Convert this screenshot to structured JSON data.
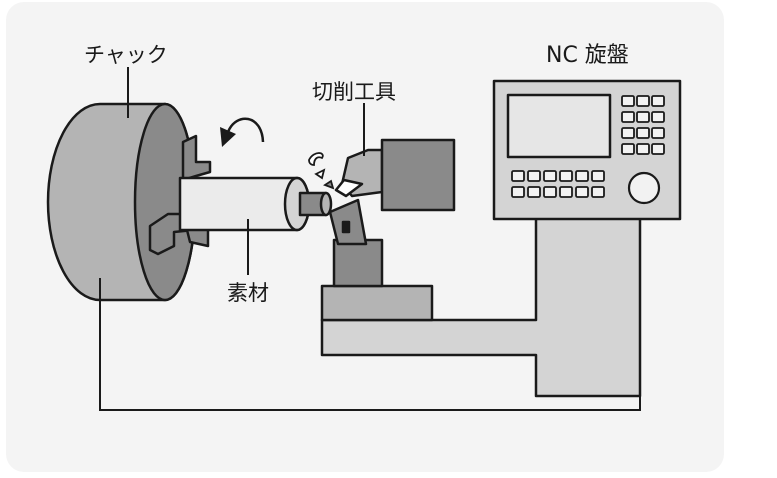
{
  "labels": {
    "chuck": "チャック",
    "tool": "切削工具",
    "nc": "NC 旋盤",
    "workpiece": "素材"
  },
  "colors": {
    "background": "#f4f4f4",
    "dark_gray": "#8a8a8a",
    "mid_gray": "#b4b4b4",
    "light_gray": "#d4d4d4",
    "outline": "#1a1a1a",
    "screen": "#e6e6e6"
  },
  "icons": [
    "rotation-arrow-icon",
    "chip-icon"
  ]
}
